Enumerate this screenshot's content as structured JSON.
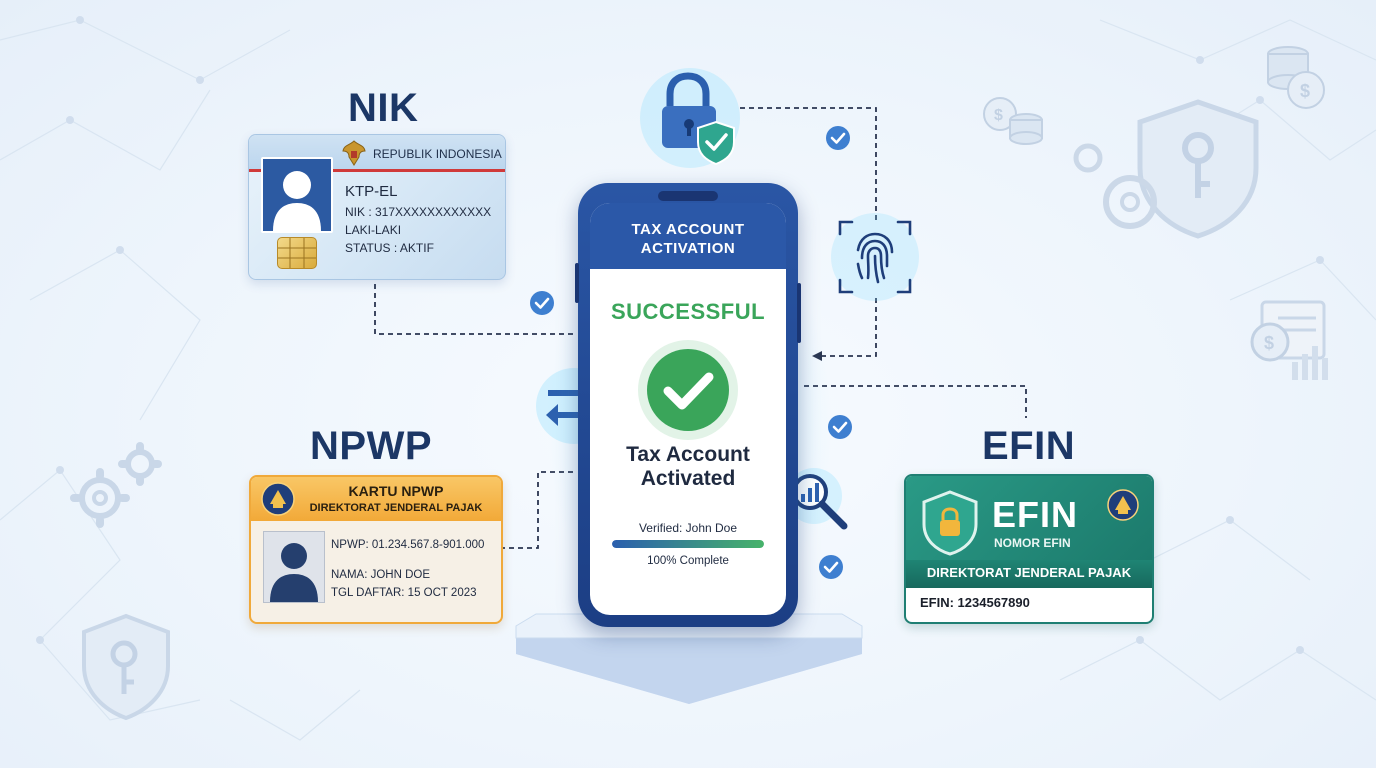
{
  "titles": {
    "nik": "NIK",
    "npwp": "NPWP",
    "efin": "EFIN"
  },
  "ktp": {
    "country": "REPUBLIK INDONESIA",
    "type": "KTP-EL",
    "nik": "NIK : 317XXXXXXXXXXXX",
    "gender": "LAKI-LAKI",
    "status": "STATUS : AKTIF"
  },
  "npwp_card": {
    "title": "KARTU NPWP",
    "org": "DIREKTORAT JENDERAL PAJAK",
    "number": "NPWP: 01.234.567.8-901.000",
    "name": "NAMA: JOHN DOE",
    "date": "TGL DAFTAR: 15 OCT 2023"
  },
  "efin_card": {
    "big": "EFIN",
    "subtitle": "NOMOR EFIN",
    "org": "DIREKTORAT JENDERAL PAJAK",
    "number": "EFIN: 1234567890"
  },
  "phone": {
    "header_line1": "TAX ACCOUNT",
    "header_line2": "ACTIVATION",
    "status": "SUCCESSFUL",
    "message_line1": "Tax Account",
    "message_line2": "Activated",
    "verified": "Verified: John Doe",
    "progress": 1.0,
    "progress_label": "100% Complete"
  },
  "colors": {
    "navy": "#1c3766",
    "phone_blue": "#2b58a8",
    "success_green": "#3aa55a",
    "efin_teal": "#1f8574",
    "npwp_orange": "#f2a938",
    "check_blue": "#3e7fd0"
  },
  "icons": [
    "lock-shield-icon",
    "fingerprint-icon",
    "magnifier-chart-icon",
    "sync-arrows-icon",
    "check-icon",
    "gear-icon",
    "shield-key-icon",
    "coins-icon",
    "invoice-icon",
    "garuda-emblem-icon",
    "kemenkeu-emblem-icon"
  ]
}
